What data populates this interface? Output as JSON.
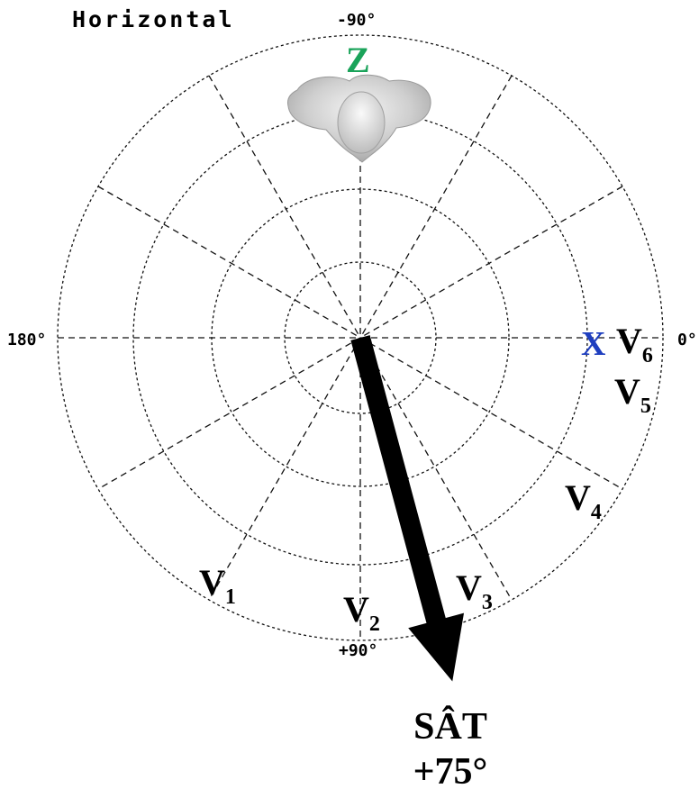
{
  "title": "Horizontal",
  "angle_labels": {
    "top": "-90°",
    "left": "180°",
    "right": "0°",
    "bottom": "+90°"
  },
  "axes": {
    "x_label": "X",
    "z_label": "Z",
    "x_color": "#1f3fbf",
    "z_color": "#1aa35a"
  },
  "leads": [
    {
      "letter": "V",
      "sub": "1"
    },
    {
      "letter": "V",
      "sub": "2"
    },
    {
      "letter": "V",
      "sub": "3"
    },
    {
      "letter": "V",
      "sub": "4"
    },
    {
      "letter": "V",
      "sub": "5"
    },
    {
      "letter": "V",
      "sub": "6"
    }
  ],
  "vector": {
    "label": "SÂT",
    "value_text": "+75°",
    "angle_deg": 75,
    "color": "#000000"
  },
  "icons": {
    "heart": "heart-superior-view-icon"
  }
}
